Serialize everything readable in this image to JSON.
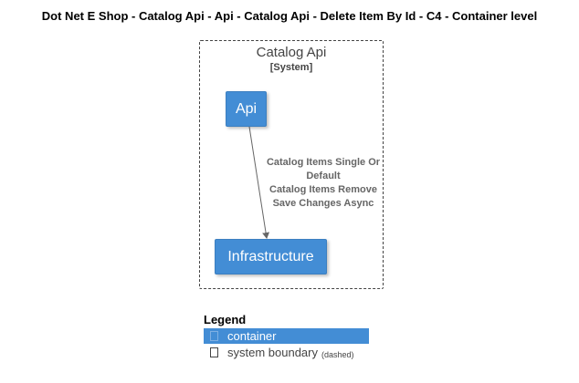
{
  "title": "Dot Net E Shop - Catalog Api - Api - Catalog Api - Delete Item By Id - C4 - Container level",
  "boundary": {
    "name": "Catalog Api",
    "type": "[System]"
  },
  "nodes": {
    "api": "Api",
    "infrastructure": "Infrastructure"
  },
  "edge": {
    "from": "Api",
    "to": "Infrastructure",
    "label_lines": [
      "Catalog Items Single Or",
      "Default",
      "Catalog Items Remove",
      "Save Changes Async"
    ]
  },
  "legend": {
    "title": "Legend",
    "container_label": "container",
    "boundary_label": "system boundary",
    "boundary_note": "(dashed)"
  },
  "colors": {
    "container_fill": "#438dd5",
    "boundary_stroke": "#444444",
    "edge_color": "#666666"
  }
}
